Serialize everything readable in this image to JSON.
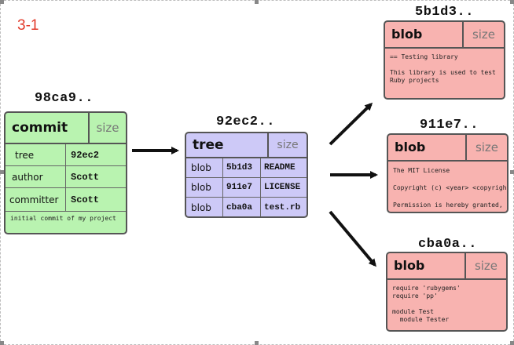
{
  "figure_label": "3-1",
  "commit": {
    "sha": "98ca9..",
    "type": "commit",
    "size": "size",
    "rows": [
      {
        "key": "tree",
        "value": "92ec2"
      },
      {
        "key": "author",
        "value": "Scott"
      },
      {
        "key": "committer",
        "value": "Scott"
      }
    ],
    "message": "initial commit of my project"
  },
  "tree": {
    "sha": "92ec2..",
    "type": "tree",
    "size": "size",
    "rows": [
      {
        "type": "blob",
        "sha": "5b1d3",
        "name": "README"
      },
      {
        "type": "blob",
        "sha": "911e7",
        "name": "LICENSE"
      },
      {
        "type": "blob",
        "sha": "cba0a",
        "name": "test.rb"
      }
    ]
  },
  "blobs": [
    {
      "sha": "5b1d3..",
      "type": "blob",
      "size": "size",
      "content": "== Testing library\n\nThis library is used to test\nRuby projects"
    },
    {
      "sha": "911e7..",
      "type": "blob",
      "size": "size",
      "content": "The MIT License\n\nCopyright (c) <year> <copyright\n\nPermission is hereby granted,"
    },
    {
      "sha": "cba0a..",
      "type": "blob",
      "size": "size",
      "content": "require 'rubygems'\nrequire 'pp'\n\nmodule Test\n  module Tester"
    }
  ]
}
